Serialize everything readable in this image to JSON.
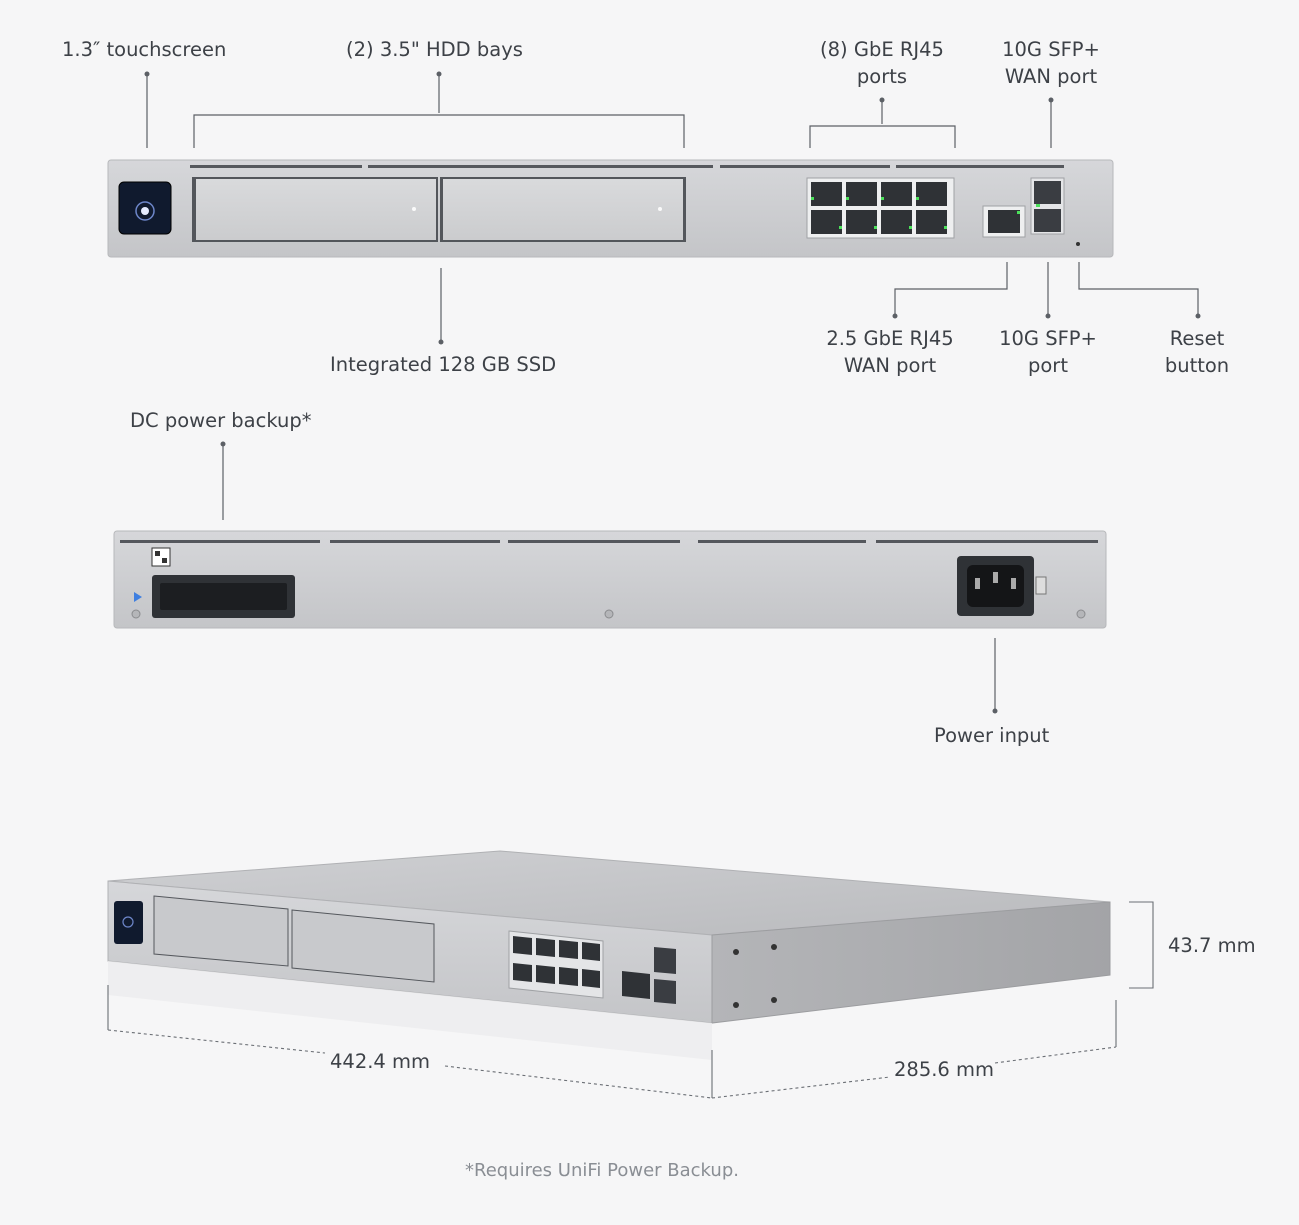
{
  "callouts": {
    "touchscreen": "1.3″ touchscreen",
    "hdd_bays": "(2) 3.5\" HDD bays",
    "rj45_ports": [
      "(8) GbE RJ45",
      "ports"
    ],
    "sfp_wan": [
      "10G SFP+",
      "WAN port"
    ],
    "ssd": "Integrated 128 GB SSD",
    "wan_25g": [
      "2.5 GbE RJ45",
      "WAN port"
    ],
    "sfp_port": [
      "10G SFP+",
      "port"
    ],
    "reset": [
      "Reset",
      "button"
    ],
    "dc_backup": "DC power backup*",
    "power_input": "Power input"
  },
  "dimensions": {
    "width": "442.4 mm",
    "depth": "285.6 mm",
    "height": "43.7 mm"
  },
  "footnote": "*Requires UniFi Power Backup.",
  "colors": {
    "chassis": "#c9cacd",
    "chassis_dark": "#a9abaf",
    "port": "#2f3236",
    "led_green": "#4be05a",
    "screen": "#101a2e",
    "text": "#3d4147"
  }
}
